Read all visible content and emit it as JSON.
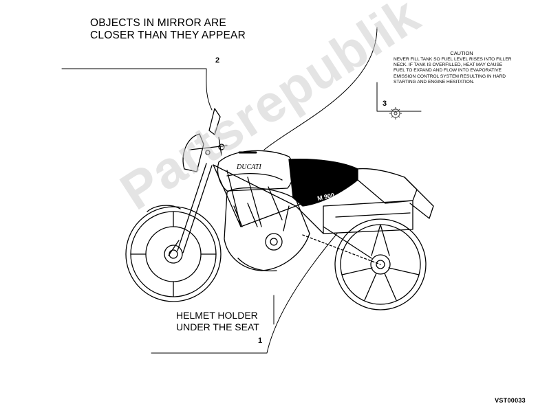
{
  "labels": {
    "mirror": {
      "line1": "OBJECTS IN MIRROR ARE",
      "line2": "CLOSER THAN THEY APPEAR"
    },
    "caution": {
      "title": "CAUTION",
      "body": "NEVER FILL TANK SO FUEL LEVEL RISES INTO FILLER\nNECK. IF TANK IS OVERFILLED, HEAT MAY CAUSE\nFUEL TO EXPAND AND FLOW INTO EVAPORATIVE\nEMISSION CONTROL SYSTEM RESULTING IN HARD\nSTARTING AND ENGINE HESITATION."
    },
    "helmet": {
      "line1": "HELMET HOLDER",
      "line2": "UNDER THE SEAT"
    }
  },
  "callouts": [
    "1",
    "2",
    "3"
  ],
  "reference_code": "VST00033",
  "watermark": "Partsrepublik",
  "tank_logo": "DUCATI",
  "seat_logo": "M 900"
}
